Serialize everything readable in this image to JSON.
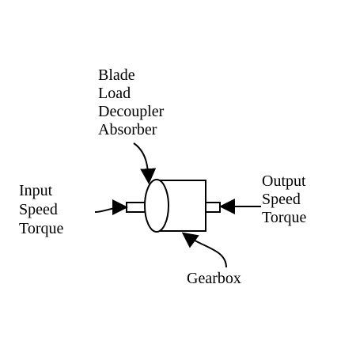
{
  "diagram": {
    "labels": {
      "blade_load": [
        "Blade",
        "Load",
        "Decoupler",
        "Absorber"
      ],
      "input": [
        "Input",
        "Speed",
        "Torque"
      ],
      "output": [
        "Output",
        "Speed",
        "Torque"
      ],
      "gearbox": "Gearbox"
    }
  }
}
